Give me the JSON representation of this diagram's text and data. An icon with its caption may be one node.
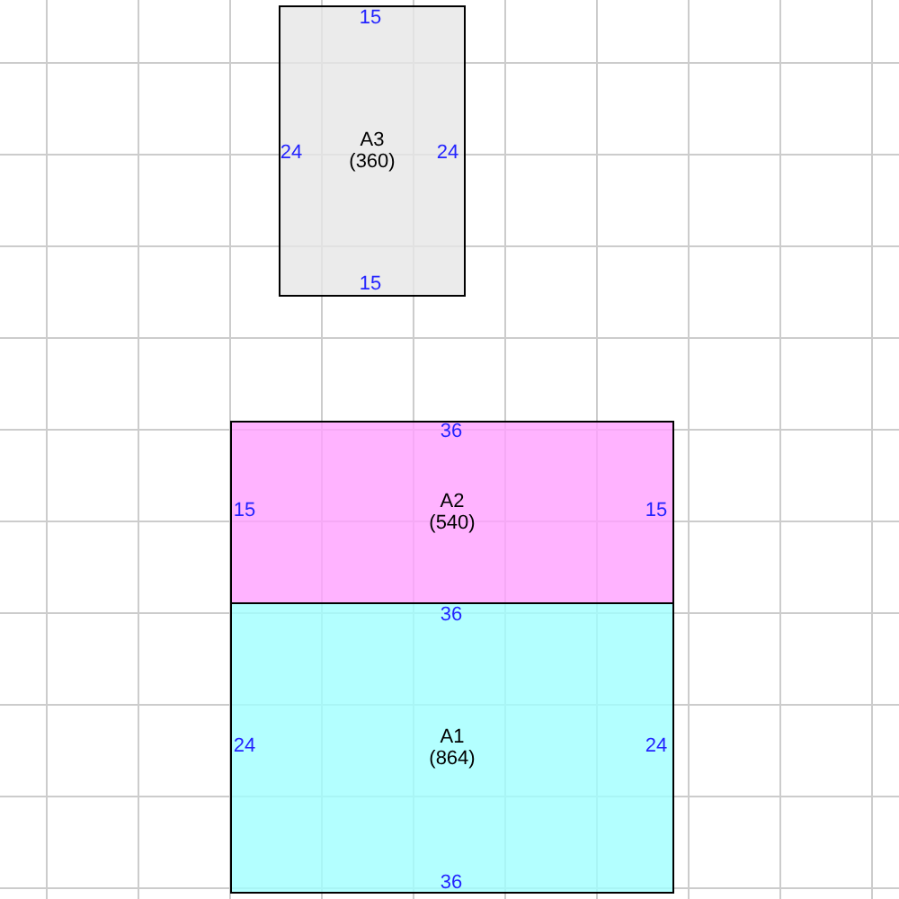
{
  "diagram": {
    "nodes": [
      {
        "text": [
          "A3",
          "(360)"
        ]
      },
      {
        "text": [
          "A2",
          "(540)"
        ]
      },
      {
        "text": [
          "A1",
          "(864)"
        ]
      }
    ],
    "labels": [
      "15",
      "24",
      "24",
      "15",
      "36",
      "15",
      "15",
      "36",
      "24",
      "24",
      "36"
    ]
  }
}
